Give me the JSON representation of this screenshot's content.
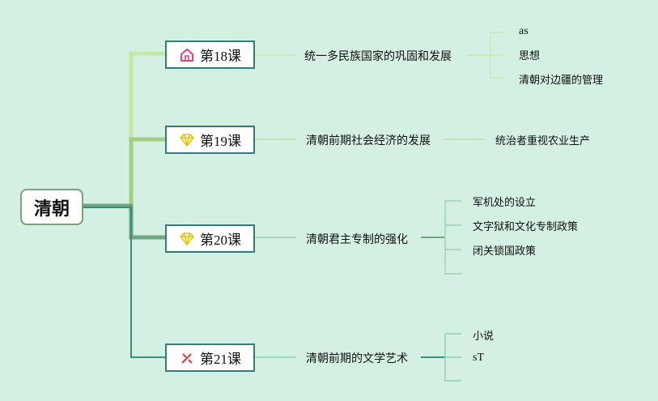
{
  "root": {
    "label": "清朝"
  },
  "lessons": [
    {
      "label": "第18课",
      "icon": "house-icon",
      "icon_color": "#e0457b",
      "topic": "统一多民族国家的巩固和发展",
      "items": [
        "as",
        "思想",
        "清朝对边疆的管理"
      ]
    },
    {
      "label": "第19课",
      "icon": "diamond-icon",
      "icon_color": "#e9d21a",
      "topic": "清朝前期社会经济的发展",
      "items": [
        "统治者重视农业生产"
      ]
    },
    {
      "label": "第20课",
      "icon": "diamond-icon",
      "icon_color": "#e9d21a",
      "topic": "清朝君主专制的强化",
      "items": [
        "军机处的设立",
        "文字狱和文化专制政策",
        "闭关锁国政策",
        ""
      ]
    },
    {
      "label": "第21课",
      "icon": "tools-icon",
      "icon_color": "#d63a3a",
      "topic": "清朝前期的文学艺术",
      "items": [
        "小说",
        "sT",
        ""
      ]
    }
  ],
  "colors": {
    "background": "#d3f0e2",
    "branch_light": "#b9e29a",
    "branch_mid": "#8fc27a",
    "branch_dark": "#3c8d7a",
    "connector": "#9bd8b4"
  }
}
